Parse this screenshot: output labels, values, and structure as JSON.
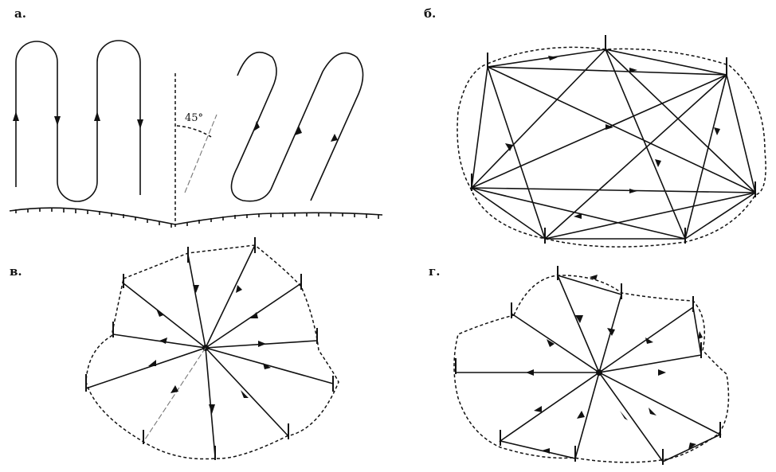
{
  "labels": {
    "panel_a": "а.",
    "panel_b": "б.",
    "panel_v": "в.",
    "panel_g": "г.",
    "angle": "45°"
  },
  "colors": {
    "ink": "#111111",
    "background": "#ffffff"
  }
}
